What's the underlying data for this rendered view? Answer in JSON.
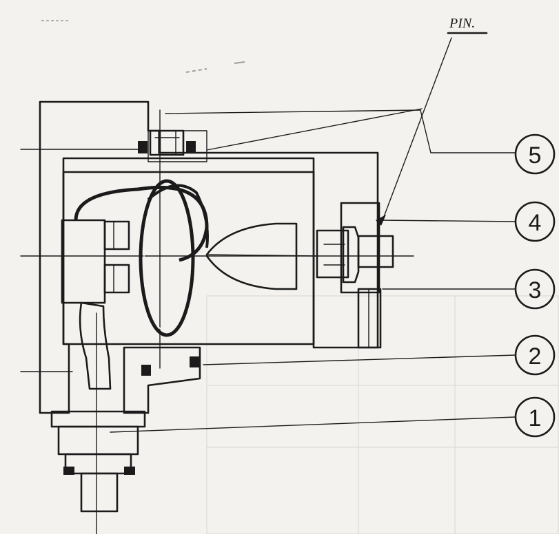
{
  "pin_label": "PIN.",
  "callouts": [
    {
      "label": "5"
    },
    {
      "label": "4"
    },
    {
      "label": "3"
    },
    {
      "label": "2"
    },
    {
      "label": "1"
    }
  ],
  "colors": {
    "ink": "#1b1b1b",
    "paper": "#f4f2ef",
    "faint": "#b9b7b3"
  }
}
